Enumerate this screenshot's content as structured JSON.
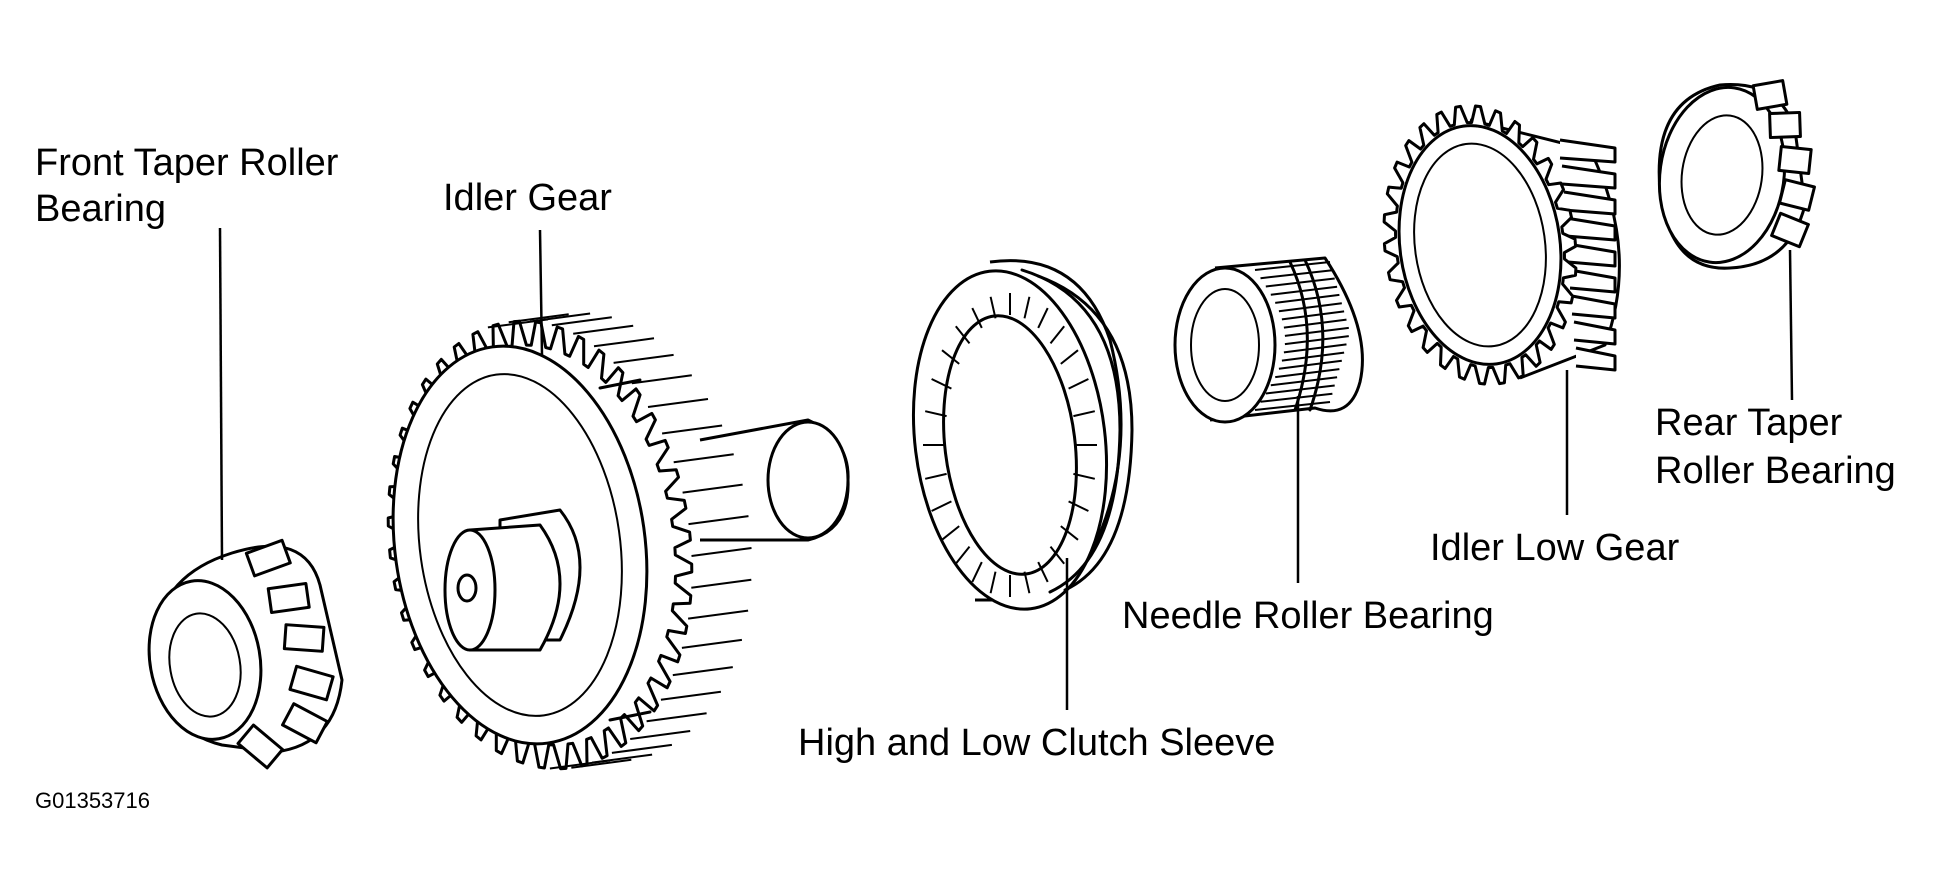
{
  "labels": {
    "front_taper_roller_bearing_line1": "Front Taper Roller",
    "front_taper_roller_bearing_line2": "Bearing",
    "idler_gear": "Idler Gear",
    "high_and_low_clutch_sleeve": "High and Low Clutch Sleeve",
    "needle_roller_bearing": "Needle Roller Bearing",
    "idler_low_gear": "Idler Low Gear",
    "rear_taper_roller_bearing_line1": "Rear Taper",
    "rear_taper_roller_bearing_line2": "Roller Bearing"
  },
  "figure_code": "G01353716"
}
